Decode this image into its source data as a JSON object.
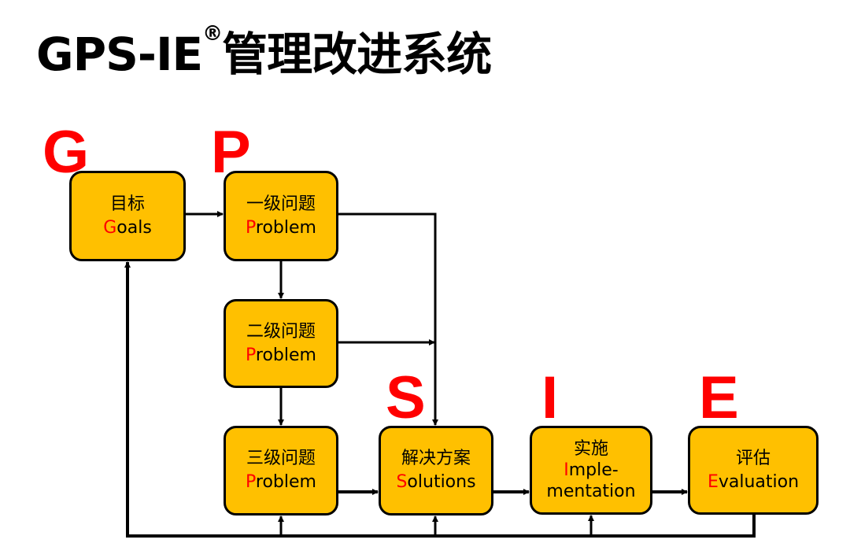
{
  "title": {
    "main": "GPS-IE",
    "reg": "®",
    "cn": "管理改进系统"
  },
  "letters": {
    "g": "G",
    "p": "P",
    "s": "S",
    "i": "I",
    "e": "E"
  },
  "boxes": {
    "goals": {
      "cn": "目标",
      "initial": "G",
      "rest": "oals"
    },
    "problem1": {
      "cn": "一级问题",
      "initial": "P",
      "rest": "roblem"
    },
    "problem2": {
      "cn": "二级问题",
      "initial": "P",
      "rest": "roblem"
    },
    "problem3": {
      "cn": "三级问题",
      "initial": "P",
      "rest": "roblem"
    },
    "solutions": {
      "cn": "解决方案",
      "initial": "S",
      "rest": "olutions"
    },
    "implementation": {
      "cn": "实施",
      "initial": "I",
      "rest": "mple-",
      "rest2": "mentation"
    },
    "evaluation": {
      "cn": "评估",
      "initial": "E",
      "rest": "valuation"
    }
  },
  "colors": {
    "box": "#ffc000",
    "accent": "#ff0000"
  }
}
